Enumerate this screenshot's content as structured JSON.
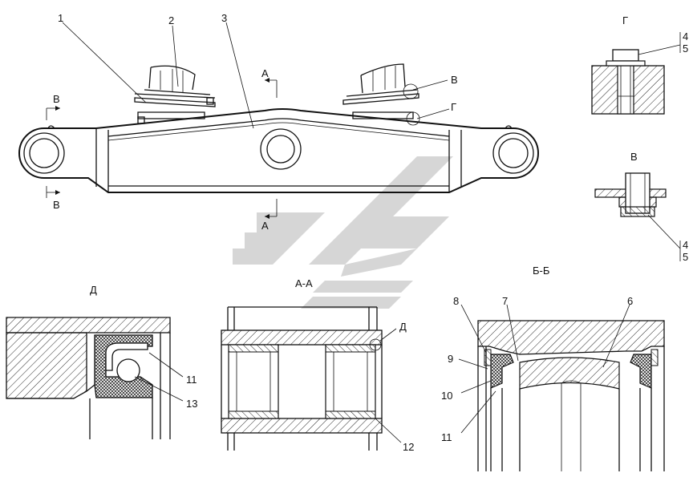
{
  "callouts": {
    "n1": "1",
    "n2": "2",
    "n3": "3",
    "n4a": "4",
    "n5a": "5",
    "n4b": "4",
    "n5b": "5",
    "n6": "6",
    "n7": "7",
    "n8": "8",
    "n9": "9",
    "n10": "10",
    "n11a": "11",
    "n11b": "11",
    "n12": "12",
    "n13": "13"
  },
  "section_marks": {
    "a_top": "А",
    "a_bottom": "А",
    "b_left_top": "В",
    "b_left_bottom": "В",
    "v_callout": "В",
    "g_callout": "Г",
    "d_callout": "Д"
  },
  "view_titles": {
    "view_g": "Г",
    "view_v": "В",
    "section_bb": "Б-Б",
    "section_aa": "А-А",
    "detail_d": "Д"
  }
}
